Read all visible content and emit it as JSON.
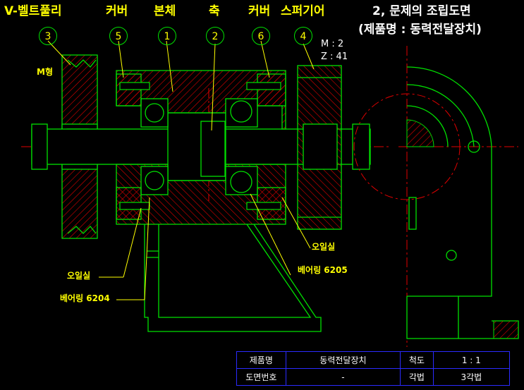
{
  "header_labels": {
    "pulley": "V-벨트풀리",
    "cover_left": "커버",
    "body": "본체",
    "shaft": "축",
    "cover_right": "커버",
    "spur_gear": "스퍼기어"
  },
  "balloons": {
    "pulley": "3",
    "cover_left": "5",
    "body": "1",
    "shaft": "2",
    "cover_right": "6",
    "spur_gear": "4"
  },
  "title": {
    "line1": "2, 문제의 조립도면",
    "line2": "(제품명 : 동력전달장치)"
  },
  "gear_spec": {
    "module": "M : 2",
    "teeth": "Z : 41"
  },
  "callouts": {
    "pulley_type": "M형",
    "oil_seal_left": "오일실",
    "bearing_left": "베어링 6204",
    "oil_seal_right": "오일실",
    "bearing_right": "베어링 6205"
  },
  "title_block": {
    "product_label": "제품명",
    "product_value": "동력전달장치",
    "scale_label": "척도",
    "scale_value": "1 : 1",
    "drawing_no_label": "도면번호",
    "drawing_no_value": "-",
    "projection_label": "각법",
    "projection_value": "3각법"
  },
  "colors": {
    "background": "#000000",
    "outline": "#00e000",
    "hatch": "#e00000",
    "center_line": "#e00000",
    "text": "#ffff00",
    "title_text": "#ffffff",
    "table_border": "#2b2bff"
  }
}
